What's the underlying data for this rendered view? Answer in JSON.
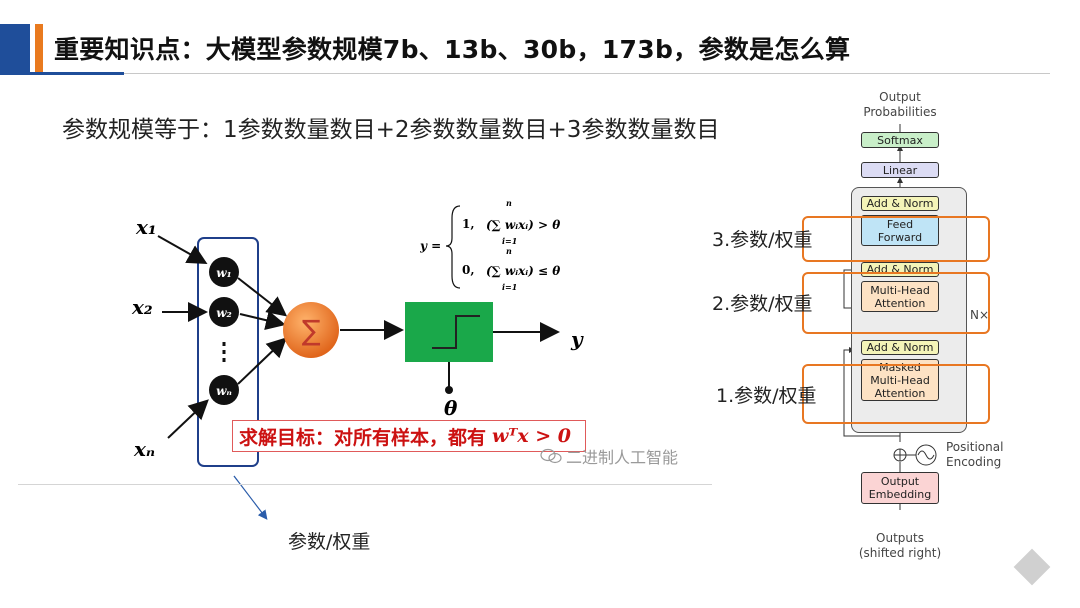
{
  "header": {
    "title": "重要知识点：大模型参数规模7b、13b、30b，173b，参数是怎么算"
  },
  "subtitle": "参数规模等于：1参数数量数目+2参数数量数目+3参数数量数目",
  "perceptron": {
    "inputs": [
      "x₁",
      "x₂",
      "xₙ"
    ],
    "weights": [
      "w₁",
      "w₂",
      "wₙ"
    ],
    "sum_symbol": "∑",
    "output": "y",
    "threshold": "θ",
    "formula": {
      "lhs": "y =",
      "case1_value": "1,",
      "case1_condition": "(∑ wᵢxᵢ) > θ",
      "case0_value": "0,",
      "case0_condition": "(∑ wᵢxᵢ) ≤ θ",
      "sum_upper": "n",
      "sum_lower": "i=1"
    },
    "goal_text": "求解目标：对所有样本，都有",
    "goal_math": "wᵀx > 0",
    "weights_caption": "参数/权重"
  },
  "watermark": "二进制人工智能",
  "transformer": {
    "output_probabilities": [
      "Output",
      "Probabilities"
    ],
    "softmax": "Softmax",
    "linear": "Linear",
    "add_norm": "Add & Norm",
    "feed_forward": [
      "Feed",
      "Forward"
    ],
    "multi_head_attention": [
      "Multi-Head",
      "Attention"
    ],
    "masked_attention": [
      "Masked",
      "Multi-Head",
      "Attention"
    ],
    "nx": "N×",
    "positional_encoding": [
      "Positional",
      "Encoding"
    ],
    "output_embedding": [
      "Output",
      "Embedding"
    ],
    "outputs": [
      "Outputs",
      "(shifted right)"
    ],
    "layer_labels": [
      "3.参数/权重",
      "2.参数/权重",
      "1.参数/权重"
    ]
  },
  "colors": {
    "brand_blue": "#1f4e9a",
    "accent_orange": "#e97a1f",
    "goal_red": "#cc1111",
    "sum_orange": "#ee7b2d",
    "step_green": "#1aa84a",
    "highlight_orange": "#e87722"
  }
}
